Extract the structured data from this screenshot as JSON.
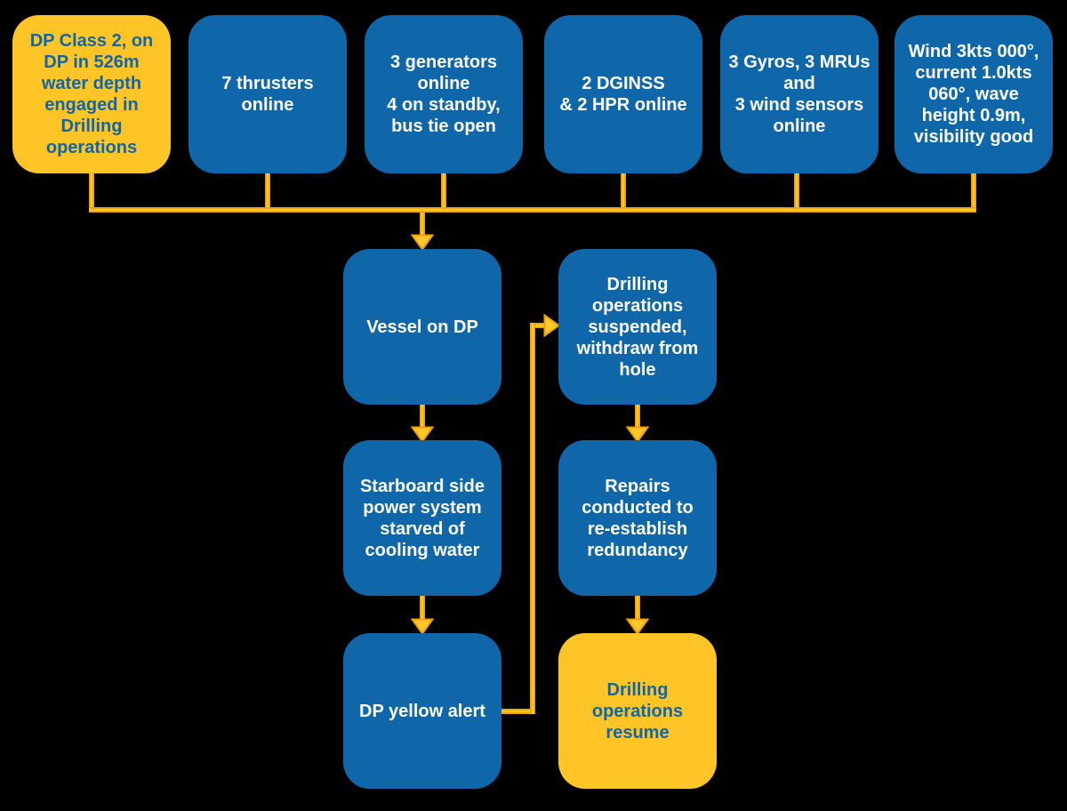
{
  "diagram_title": "DP Class 2 drilling vessel yellow alert incident flowchart",
  "colors": {
    "background": "#000000",
    "node_blue": "#0F67A9",
    "node_yellow": "#FFC425",
    "text_on_blue": "#FFFFFF",
    "text_on_yellow": "#0F67A9",
    "connector_fill": "#FFC82E",
    "connector_edge": "#EFA004"
  },
  "nodes": {
    "start": {
      "label": "DP Class 2, on\nDP in 526m\nwater depth\nengaged in\nDrilling\noperations",
      "variant": "yellow"
    },
    "thrusters": {
      "label": "7 thrusters\nonline",
      "variant": "blue"
    },
    "generators": {
      "label": "3 generators\nonline\n4 on standby,\nbus tie open",
      "variant": "blue"
    },
    "position_refs": {
      "label": "2 DGINSS\n& 2 HPR online",
      "variant": "blue"
    },
    "sensors": {
      "label": "3 Gyros, 3 MRUs\nand\n3 wind sensors\nonline",
      "variant": "blue"
    },
    "weather": {
      "label": "Wind 3kts 000°,\ncurrent 1.0kts\n060°, wave\nheight 0.9m,\nvisibility good",
      "variant": "blue"
    },
    "vessel_on_dp": {
      "label": "Vessel on DP",
      "variant": "blue"
    },
    "suspended": {
      "label": "Drilling\noperations\nsuspended,\nwithdraw from\nhole",
      "variant": "blue"
    },
    "starboard": {
      "label": "Starboard side\npower system\nstarved of\ncooling water",
      "variant": "blue"
    },
    "repairs": {
      "label": "Repairs\nconducted to\nre-establish\nredundancy",
      "variant": "blue"
    },
    "yellow_alert": {
      "label": "DP yellow alert",
      "variant": "blue"
    },
    "resume": {
      "label": "Drilling\noperations\nresume",
      "variant": "yellow"
    }
  }
}
